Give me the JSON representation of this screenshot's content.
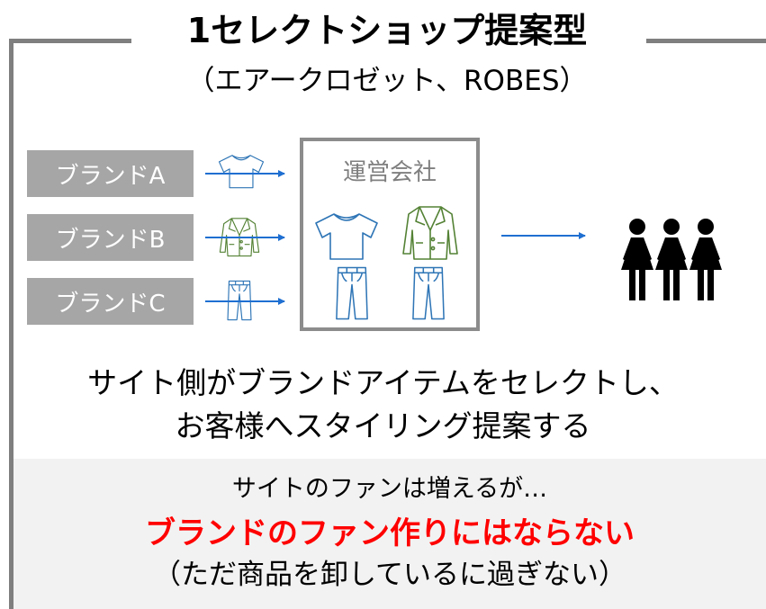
{
  "header": {
    "title": "1セレクトショップ提案型",
    "subtitle": "（エアークロゼット、ROBES）"
  },
  "brands": [
    {
      "label": "ブランドA",
      "item_icon": "tshirt-icon"
    },
    {
      "label": "ブランドB",
      "item_icon": "jacket-icon"
    },
    {
      "label": "ブランドC",
      "item_icon": "pants-icon"
    }
  ],
  "company": {
    "label": "運営会社",
    "items": [
      "tshirt-icon",
      "jacket-icon",
      "pants-icon"
    ]
  },
  "customers_icon": "people-icon",
  "description": {
    "line1": "サイト側がブランドアイテムをセレクトし、",
    "line2": "お客様へスタイリング提案する"
  },
  "conclusion": {
    "line1": "サイトのファンは増えるが…",
    "line2": "ブランドのファン作りにはならない",
    "line3": "（ただ商品を卸しているに過ぎない）"
  },
  "colors": {
    "frame": "#7f7f7f",
    "brand_box": "#a6a6a6",
    "arrow": "#1f6fd1",
    "tshirt": "#2e75b6",
    "jacket": "#548235",
    "highlight": "#ff0000",
    "panel": "#f2f2f2"
  }
}
